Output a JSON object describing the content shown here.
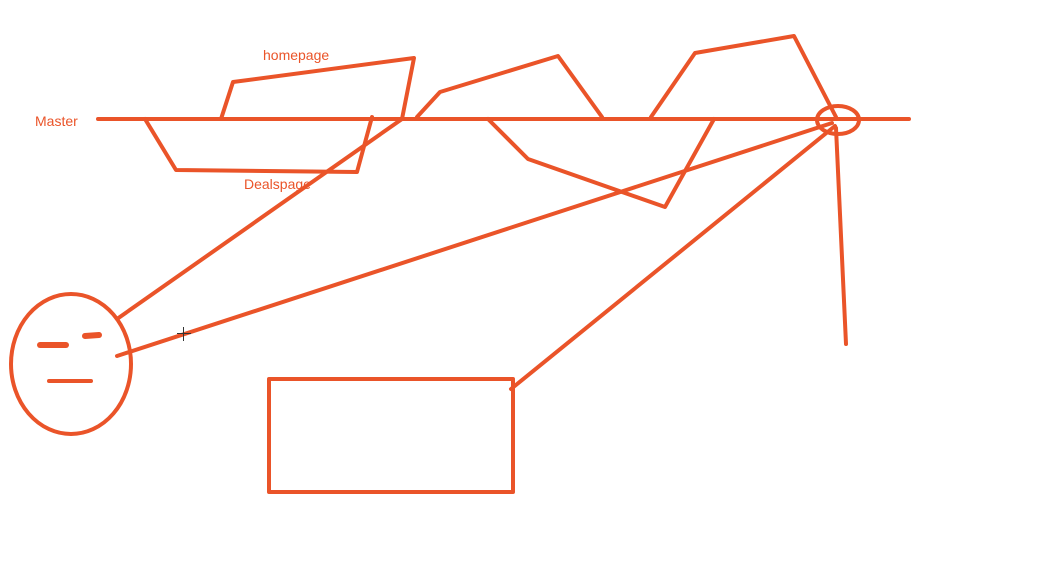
{
  "labels": {
    "master": "Master",
    "homepage": "homepage",
    "dealspage": "Dealspage"
  },
  "colors": {
    "ink": "#ea5429",
    "background": "#ffffff"
  },
  "icons": {
    "cursor": "crosshair-cursor-icon"
  }
}
